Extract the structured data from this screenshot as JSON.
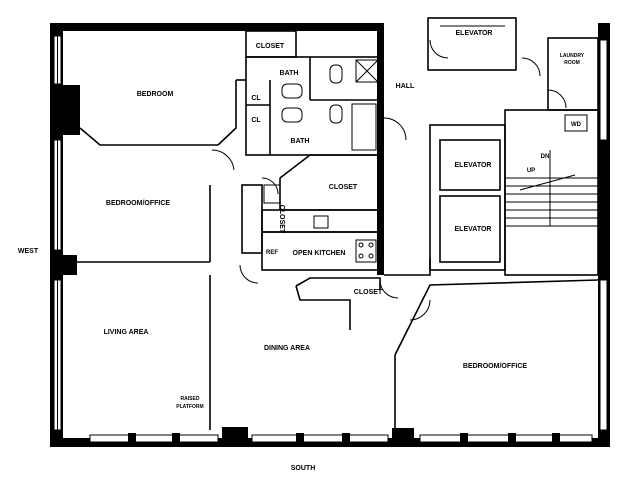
{
  "rooms": {
    "bedroom": "BEDROOM",
    "bedroom_office_1": "BEDROOM/OFFICE",
    "living_area": "LIVING AREA",
    "dining_area": "DINING AREA",
    "bedroom_office_2": "BEDROOM/OFFICE",
    "open_kitchen": "OPEN KITCHEN",
    "closet_top": "CLOSET",
    "closet_mid": "CLOSET",
    "closet_vertical": "CLOSET",
    "closet_small": "CLOSET",
    "cl_1": "CL",
    "cl_2": "CL",
    "bath_1": "BATH",
    "bath_2": "BATH",
    "hall": "HALL",
    "elevator_top": "ELEVATOR",
    "elevator_mid": "ELEVATOR",
    "elevator_low": "ELEVATOR",
    "laundry_1": "LAUNDRY",
    "laundry_2": "ROOM",
    "wd": "WD",
    "ref": "REF",
    "raised_1": "RAISED",
    "raised_2": "PLATFORM",
    "up": "UP",
    "dn": "DN"
  },
  "compass": {
    "west": "WEST",
    "south": "SOUTH"
  }
}
